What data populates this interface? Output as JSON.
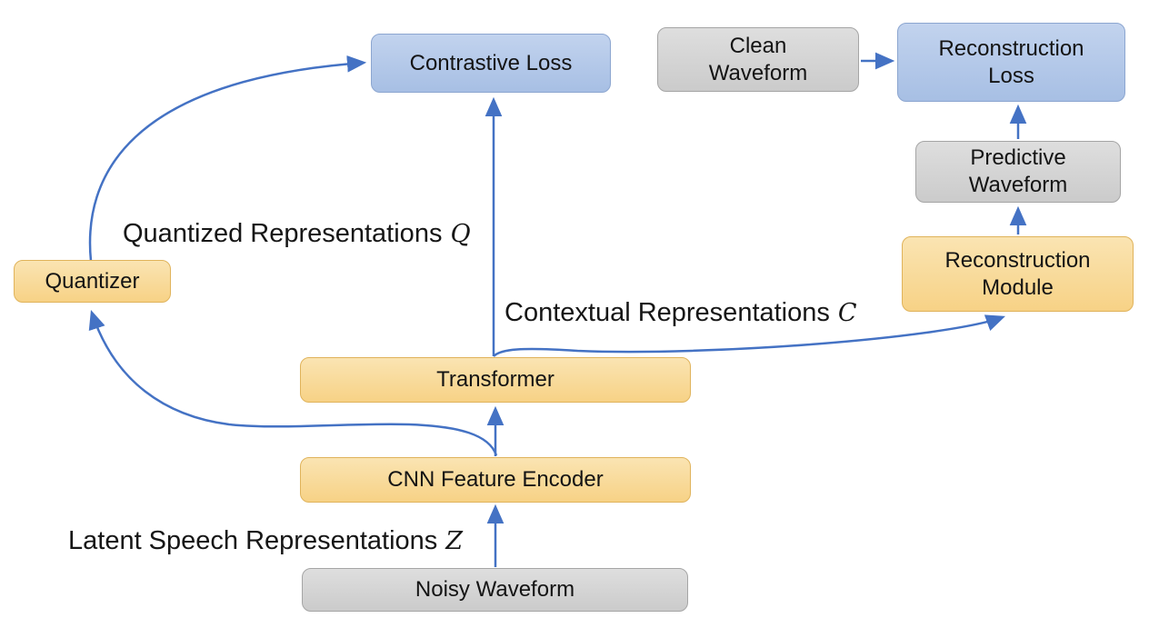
{
  "nodes": {
    "contrastive_loss": {
      "label": "Contrastive Loss"
    },
    "clean_waveform": {
      "label": "Clean Waveform"
    },
    "reconstruction_loss": {
      "label": "Reconstruction Loss"
    },
    "predictive_waveform": {
      "label": "Predictive Waveform"
    },
    "reconstruction_module": {
      "label": "Reconstruction Module"
    },
    "quantizer": {
      "label": "Quantizer"
    },
    "transformer": {
      "label": "Transformer"
    },
    "cnn_feature_encoder": {
      "label": "CNN Feature Encoder"
    },
    "noisy_waveform": {
      "label": "Noisy Waveform"
    }
  },
  "annotations": {
    "quantized": {
      "text": "Quantized Representations",
      "symbol": "Q"
    },
    "contextual": {
      "text": "Contextual Representations",
      "symbol": "C"
    },
    "latent": {
      "text": "Latent Speech Representations",
      "symbol": "Z"
    }
  },
  "edges": [
    {
      "from": "Noisy Waveform",
      "to": "CNN Feature Encoder"
    },
    {
      "from": "CNN Feature Encoder",
      "to": "Transformer",
      "label": "Latent Speech Representations Z"
    },
    {
      "from": "CNN Feature Encoder",
      "to": "Quantizer"
    },
    {
      "from": "Quantizer",
      "to": "Contrastive Loss",
      "label": "Quantized Representations Q"
    },
    {
      "from": "Transformer",
      "to": "Contrastive Loss"
    },
    {
      "from": "Transformer",
      "to": "Reconstruction Module",
      "label": "Contextual Representations C"
    },
    {
      "from": "Reconstruction Module",
      "to": "Predictive Waveform"
    },
    {
      "from": "Predictive Waveform",
      "to": "Reconstruction Loss"
    },
    {
      "from": "Clean Waveform",
      "to": "Reconstruction Loss"
    }
  ],
  "colors": {
    "arrow": "#4472c4",
    "module_fill_top": "#fae4b2",
    "module_fill_bottom": "#f7d286",
    "module_border": "#e0b35b",
    "loss_fill_top": "#c2d3ee",
    "loss_fill_bottom": "#a7bfe4",
    "loss_border": "#8ca6d0",
    "data_fill_top": "#dedede",
    "data_fill_bottom": "#cbcbcb",
    "data_border": "#a5a5a5",
    "text": "#141414",
    "background": "#ffffff"
  }
}
